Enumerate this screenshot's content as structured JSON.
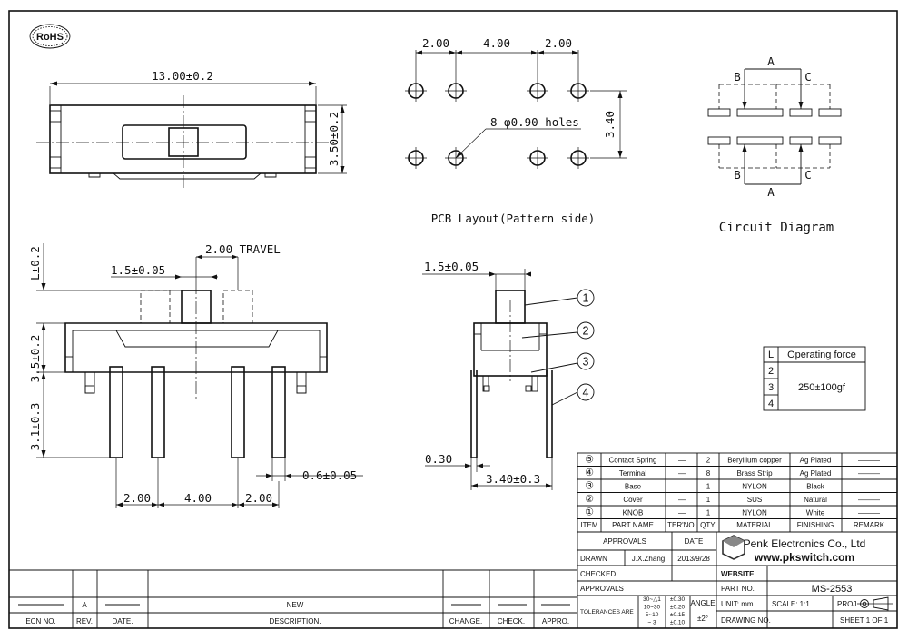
{
  "rohs": "RoHS",
  "top_view": {
    "length_dim": "13.00±0.2",
    "height_dim": "3.50±0.2"
  },
  "pcb": {
    "dim_left": "2.00",
    "dim_mid": "4.00",
    "dim_right": "2.00",
    "dim_vertical": "3.40",
    "holes_note": "8-φ0.90 holes",
    "caption": "PCB Layout(Pattern side)"
  },
  "circuit": {
    "label_a": "A",
    "label_b": "B",
    "label_c": "C",
    "caption": "Circuit Diagram"
  },
  "front_view": {
    "travel": "2.00 TRAVEL",
    "knob_width": "1.5±0.05",
    "l_dim": "L±0.2",
    "body_h": "3.5±0.2",
    "pin_len": "3.1±0.3",
    "pin_w": "0.6±0.05",
    "pitch_left": "2.00",
    "pitch_mid": "4.00",
    "pitch_right": "2.00"
  },
  "side_view": {
    "knob_width": "1.5±0.05",
    "pin_thick": "0.30",
    "width": "3.40±0.3",
    "callouts": [
      "1",
      "2",
      "3",
      "4"
    ]
  },
  "force_table": {
    "headers": [
      "L",
      "Operating force"
    ],
    "rows": [
      "2",
      "3",
      "4"
    ],
    "value": "250±100gf"
  },
  "bom": {
    "rows": [
      {
        "item": "⑤",
        "name": "Contact Spring",
        "ter": "—",
        "qty": "2",
        "material": "Beryllium copper",
        "finishing": "Ag Plated",
        "remark": "———"
      },
      {
        "item": "④",
        "name": "Terminal",
        "ter": "—",
        "qty": "8",
        "material": "Brass Strip",
        "finishing": "Ag Plated",
        "remark": "———"
      },
      {
        "item": "③",
        "name": "Base",
        "ter": "—",
        "qty": "1",
        "material": "NYLON",
        "finishing": "Black",
        "remark": "———"
      },
      {
        "item": "②",
        "name": "Cover",
        "ter": "—",
        "qty": "1",
        "material": "SUS",
        "finishing": "Natural",
        "remark": "———"
      },
      {
        "item": "①",
        "name": "KNOB",
        "ter": "—",
        "qty": "1",
        "material": "NYLON",
        "finishing": "White",
        "remark": "———"
      }
    ],
    "headers": [
      "ITEM",
      "PART NAME",
      "TER'NO.",
      "QTY.",
      "MATERIAL",
      "FINISHING",
      "REMARK"
    ]
  },
  "title_block": {
    "approvals": "APPROVALS",
    "date": "DATE",
    "drawn": "DRAWN",
    "drawn_by": "J.X.Zhang",
    "drawn_date": "2013/9/28",
    "checked": "CHECKED",
    "approvals2": "APPROVALS",
    "tolerances": "TOLERANCES ARE",
    "tol_ranges": [
      "30~△1",
      "10~30",
      "5~10",
      "~ 3"
    ],
    "tol_values": [
      "±0.30",
      "±0.20",
      "±0.15",
      "±0.10"
    ],
    "angle": "ANGLE",
    "angle_val": "±2°",
    "company": "Penk Electronics Co., Ltd",
    "website_url": "www.pkswitch.com",
    "website": "WEBSITE",
    "part_no_label": "PART NO.",
    "part_no": "MS-2553",
    "unit": "UNIT: mm",
    "scale": "SCALE:  1:1",
    "proj": "PROJ.",
    "drawing_no": "DRAWING NO.",
    "sheet": "SHEET  1 OF 1"
  },
  "revision": {
    "rev": "A",
    "description": "NEW",
    "headers": [
      "ECN NO.",
      "REV.",
      "DATE.",
      "DESCRIPTION.",
      "CHANGE.",
      "CHECK.",
      "APPRO."
    ]
  }
}
